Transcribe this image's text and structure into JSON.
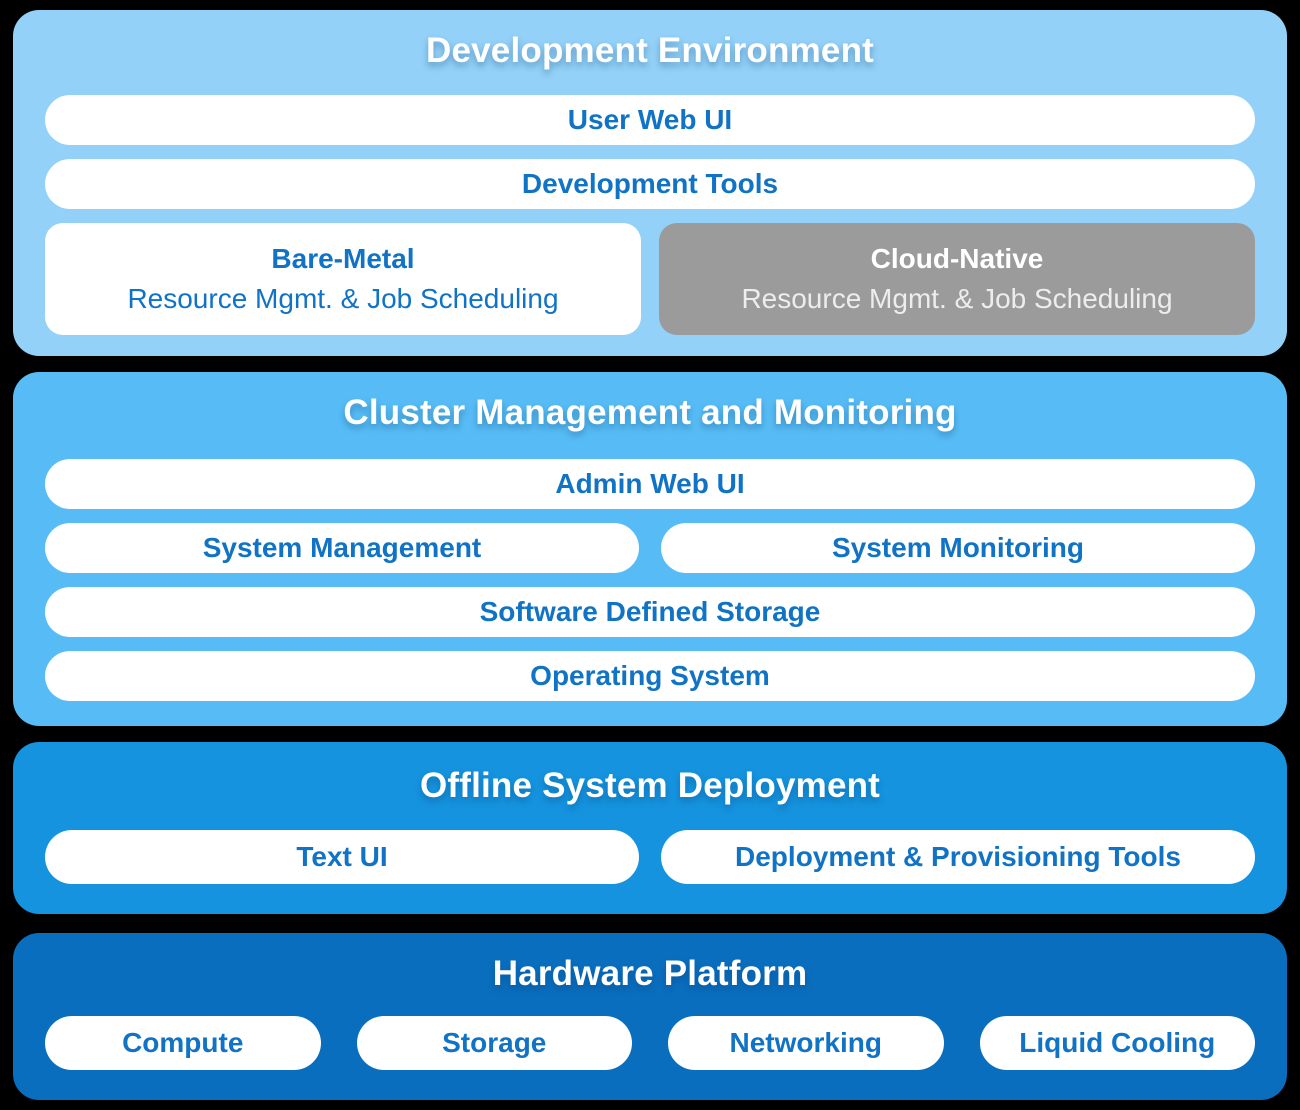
{
  "colors": {
    "page_bg": "#000000",
    "layer_dev_bg": "#93D1F8",
    "layer_cluster_bg": "#57BCF5",
    "layer_offline_bg": "#1593DF",
    "layer_hardware_bg": "#0A6EBE",
    "gray_box_bg": "#9B9B9B",
    "bar_bg": "#FFFFFF",
    "bar_text": "#1173C5",
    "title_text": "#FFFFFF"
  },
  "layers": [
    {
      "title": "Development Environment",
      "bars": [
        "User Web UI",
        "Development Tools"
      ],
      "split_boxes": [
        {
          "title": "Bare-Metal",
          "subtitle": "Resource Mgmt. & Job Scheduling"
        },
        {
          "title": "Cloud-Native",
          "subtitle": "Resource Mgmt. & Job Scheduling"
        }
      ]
    },
    {
      "title": "Cluster Management and Monitoring",
      "bars": [
        "Admin Web UI",
        "Software Defined Storage",
        "Operating System"
      ],
      "half_bars": [
        "System Management",
        "System Monitoring"
      ]
    },
    {
      "title": "Offline System Deployment",
      "half_bars": [
        "Text UI",
        "Deployment & Provisioning Tools"
      ]
    },
    {
      "title": "Hardware Platform",
      "pills": [
        "Compute",
        "Storage",
        "Networking",
        "Liquid Cooling"
      ]
    }
  ]
}
